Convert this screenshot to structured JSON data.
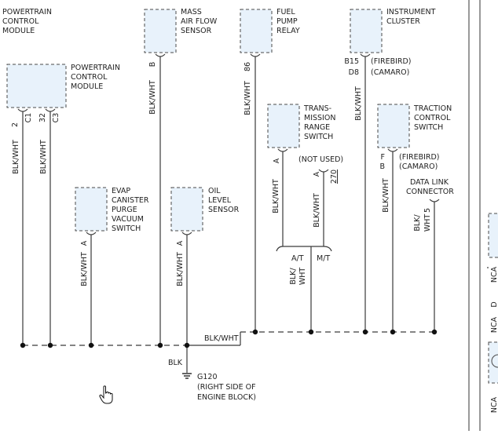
{
  "components": {
    "pcm_top": {
      "lines": [
        "POWERTRAIN",
        "CONTROL",
        "MODULE"
      ]
    },
    "pcm": {
      "lines": [
        "POWERTRAIN",
        "CONTROL",
        "MODULE"
      ]
    },
    "maf": {
      "lines": [
        "MASS",
        "AIR FLOW",
        "SENSOR"
      ]
    },
    "fuel_pump_relay": {
      "lines": [
        "FUEL",
        "PUMP",
        "RELAY"
      ]
    },
    "instrument_cluster": {
      "lines": [
        "INSTRUMENT",
        "CLUSTER"
      ]
    },
    "trs": {
      "lines": [
        "TRANS-",
        "MISSION",
        "RANGE",
        "SWITCH"
      ]
    },
    "traction": {
      "lines": [
        "TRACTION",
        "CONTROL",
        "SWITCH"
      ]
    },
    "evap": {
      "lines": [
        "EVAP",
        "CANISTER",
        "PURGE",
        "VACUUM",
        "SWITCH"
      ]
    },
    "oil": {
      "lines": [
        "OIL",
        "LEVEL",
        "SENSOR"
      ]
    },
    "dlc": {
      "lines": [
        "DATA LINK",
        "CONNECTOR"
      ]
    }
  },
  "pins": {
    "pcm_2": "2",
    "pcm_c1": "C1",
    "pcm_32": "32",
    "pcm_c3": "C3",
    "maf_b": "B",
    "relay_86": "86",
    "cluster_b15": "B15",
    "cluster_d8": "D8",
    "trs_a": "A",
    "unused_a": "A",
    "unused_270": "270",
    "traction_f": "F",
    "traction_b": "B",
    "dlc_5": "5",
    "evap_a": "A",
    "oil_a": "A"
  },
  "notes": {
    "firebird_1": "(FIREBIRD)",
    "camaro_1": "(CAMARO)",
    "firebird_2": "(FIREBIRD)",
    "camaro_2": "(CAMARO)",
    "not_used": "(NOT USED)",
    "at": "A/T",
    "mt": "M/T"
  },
  "wires": {
    "blk_wht": "BLK/WHT",
    "blk_slash": "BLK/",
    "wht": "WHT",
    "blk": "BLK"
  },
  "ground": {
    "id": "G120",
    "lines": [
      "(RIGHT SIDE OF",
      "ENGINE BLOCK)"
    ]
  },
  "right_panel": {
    "labels": [
      "NCA",
      "D",
      "NCA",
      "NCA"
    ]
  }
}
